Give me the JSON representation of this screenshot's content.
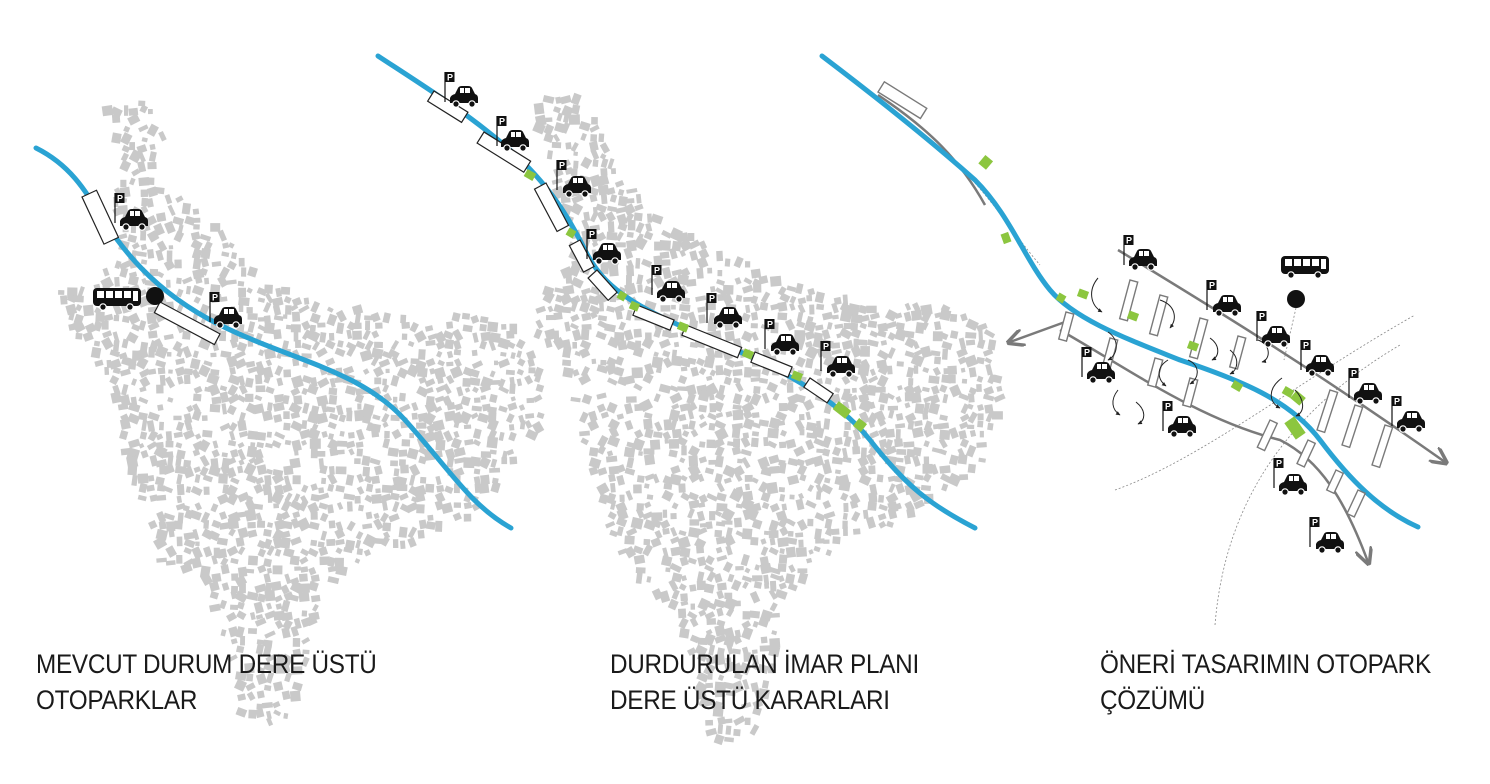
{
  "panels": [
    {
      "id": "current",
      "caption_line1": "MEVCUT DURUM DERE ÜSTÜ",
      "caption_line2": "OTOPARKLAR"
    },
    {
      "id": "halted-plan",
      "caption_line1": "DURDURULAN İMAR PLANI",
      "caption_line2": "DERE ÜSTÜ KARARLARI"
    },
    {
      "id": "proposal",
      "caption_line1": "ÖNERİ TASARIMIN OTOPARK",
      "caption_line2": "ÇÖZÜMÜ"
    }
  ],
  "parking_sign_letter": "P",
  "icons": [
    "parking-sign-icon",
    "car-icon",
    "bus-icon",
    "stop-dot-icon",
    "arrow-icon"
  ],
  "colors": {
    "stream": "#2aa3d3",
    "buildings": "#c9c9c9",
    "green_spaces": "#8cc63f",
    "roads_arrows": "#7a7a7a",
    "outline": "#222222",
    "text": "#1a1a1a"
  }
}
